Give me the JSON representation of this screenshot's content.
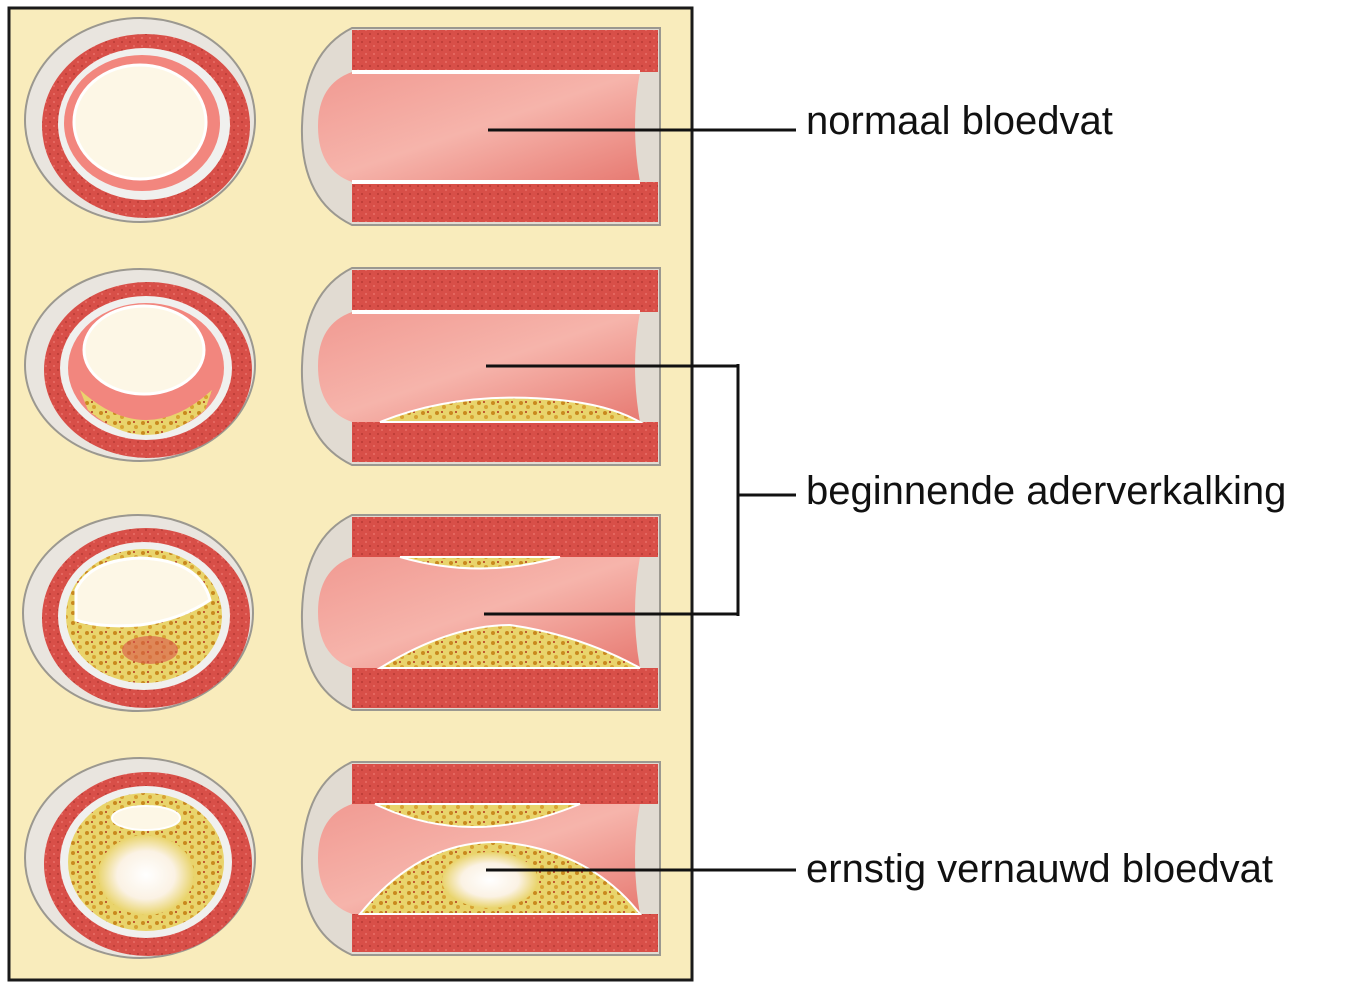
{
  "labels": {
    "normal": "normaal bloedvat",
    "beginning": "beginnende aderverkalking",
    "severe": "ernstig vernauwd bloedvat"
  },
  "stages": [
    {
      "stage": "normal",
      "plaque_fraction": 0.0
    },
    {
      "stage": "beginning-1",
      "plaque_fraction": 0.25
    },
    {
      "stage": "beginning-2",
      "plaque_fraction": 0.45
    },
    {
      "stage": "severe",
      "plaque_fraction": 0.75
    }
  ],
  "colors": {
    "panel_background": "#f9ecbc",
    "panel_border": "#1a1a1a",
    "vessel_wall": "#d9534f",
    "vessel_inner": "#ef8a86",
    "vessel_outer": "#e8e4de",
    "plaque": "#e8d36a",
    "plaque_core": "#ffffff",
    "leader_line": "#111111"
  }
}
